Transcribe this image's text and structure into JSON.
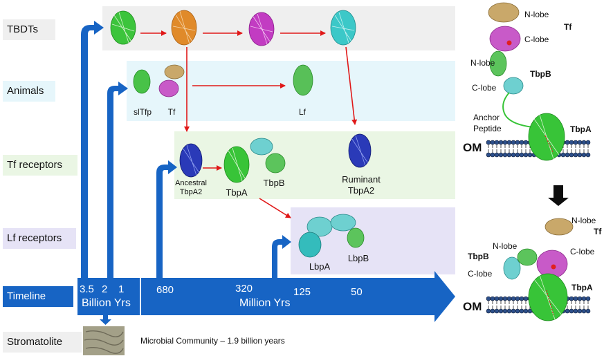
{
  "rows": {
    "tbdts": "TBDTs",
    "animals": "Animals",
    "tf_receptors": "Tf receptors",
    "lf_receptors": "Lf receptors",
    "timeline": "Timeline",
    "stromatolite": "Stromatolite"
  },
  "colors": {
    "tbdts_band": "#efefef",
    "animals_band": "#e6f6fb",
    "tf_band": "#eaf6e4",
    "lf_band": "#e6e3f6",
    "timeline": "#1764c4",
    "arrow_red": "#e01818"
  },
  "animals": {
    "sltfp": "slTfp",
    "tf": "Tf",
    "lf": "Lf"
  },
  "tf_receptors": {
    "ancestral_line1": "Ancestral",
    "ancestral_line2": "TbpA2",
    "tbpa": "TbpA",
    "tbpb": "TbpB",
    "ruminant_line1": "Ruminant",
    "ruminant_line2": "TbpA2"
  },
  "lf_receptors": {
    "lbpa": "LbpA",
    "lbpb": "LbpB"
  },
  "timeline": {
    "t35": "3.5",
    "t2": "2",
    "t1": "1",
    "billion": "Billion Yrs",
    "t680": "680",
    "t320": "320",
    "t125": "125",
    "t50": "50",
    "million": "Million Yrs"
  },
  "stromatolite": {
    "caption": "Microbial Community – 1.9 billion years"
  },
  "complex_top": {
    "nlobe_tf": "N-lobe",
    "clobe_tf": "C-lobe",
    "tf": "Tf",
    "nlobe_b": "N-lobe",
    "tbpb": "TbpB",
    "clobe_b": "C-lobe",
    "anchor1": "Anchor",
    "anchor2": "Peptide",
    "tbpa": "TbpA",
    "om": "OM"
  },
  "complex_bottom": {
    "nlobe_tf": "N-lobe",
    "tf": "Tf",
    "nlobe_b": "N-lobe",
    "clobe_tf": "C-lobe",
    "tbpb": "TbpB",
    "clobe_b": "C-lobe",
    "tbpa": "TbpA",
    "om": "OM"
  }
}
